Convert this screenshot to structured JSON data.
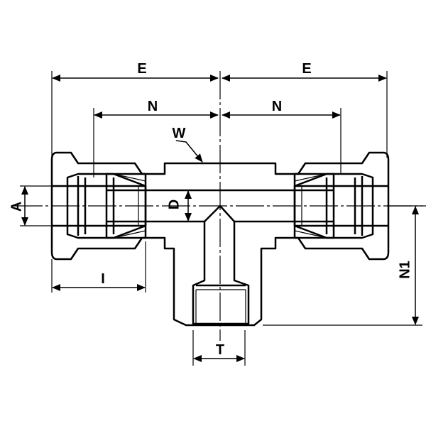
{
  "title": "Union tee compression fitting dimension drawing",
  "dimensions": {
    "e_left": "E",
    "e_right": "E",
    "n_left": "N",
    "n_right": "N",
    "w": "W",
    "a": "A",
    "d": "D",
    "i": "I",
    "t": "T",
    "n1": "N1"
  },
  "colors": {
    "line": "#000000",
    "background": "#ffffff"
  }
}
